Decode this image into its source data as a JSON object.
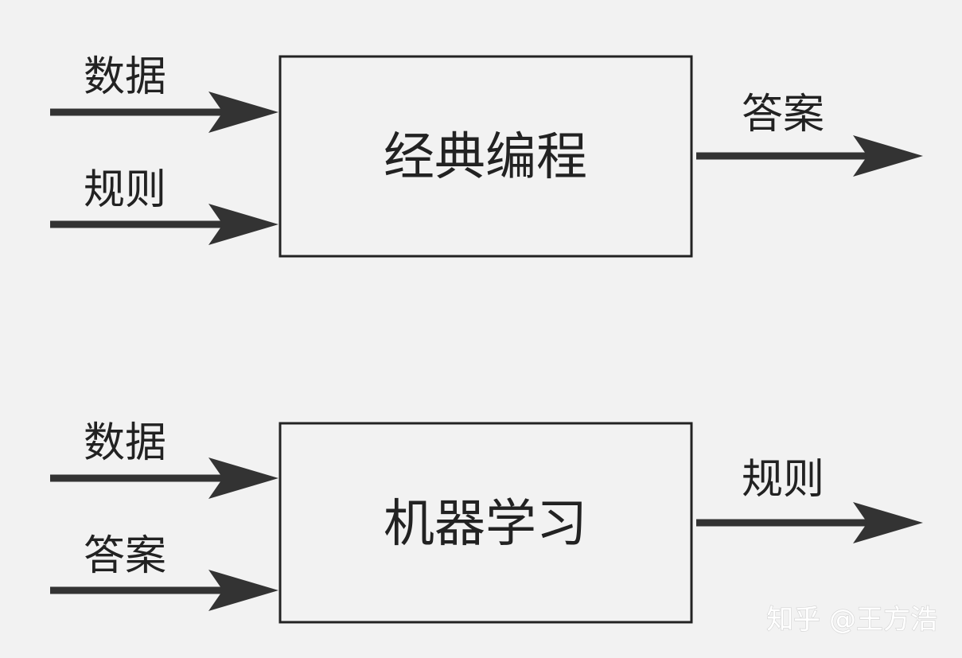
{
  "colors": {
    "background": "#f2f2f2",
    "stroke": "#222222",
    "arrow": "#333333",
    "text": "#222222"
  },
  "diagram": {
    "classic": {
      "box_label": "经典编程",
      "input_top": "数据",
      "input_bottom": "规则",
      "output": "答案"
    },
    "ml": {
      "box_label": "机器学习",
      "input_top": "数据",
      "input_bottom": "答案",
      "output": "规则"
    }
  },
  "watermark": "知乎 @王方浩"
}
